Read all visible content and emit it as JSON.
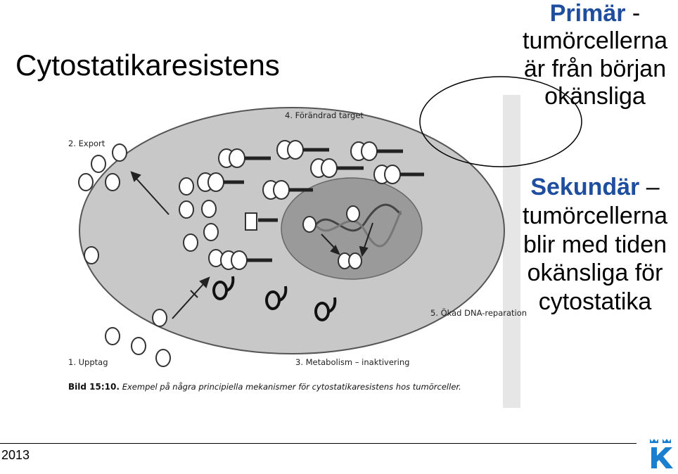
{
  "slide": {
    "title": "Cytostatikaresistens",
    "primary": {
      "keyword": "Primär",
      "rest": [
        "-",
        "tumörcellerna",
        "är från början",
        "okänsliga"
      ]
    },
    "secondary": {
      "keyword": "Sekundär",
      "dash": "–",
      "rest": [
        "tumörcellerna",
        "blir med tiden",
        "okänsliga för",
        "cytostatika"
      ]
    }
  },
  "figure": {
    "labels": {
      "export": "2. Export",
      "target": "4. Förändrad target",
      "uptake": "1. Upptag",
      "metabolism": "3. Metabolism – inaktivering",
      "dna_repair": "5. Ökad DNA-reparation"
    },
    "caption_bold": "Bild 15:10.",
    "caption_text": "Exempel på några principiella mekanismer för cytostatikaresistens hos tumörceller."
  },
  "footer": {
    "year": "2013"
  },
  "colors": {
    "accent": "#1f4e9e",
    "logo": "#1b7fd0"
  }
}
